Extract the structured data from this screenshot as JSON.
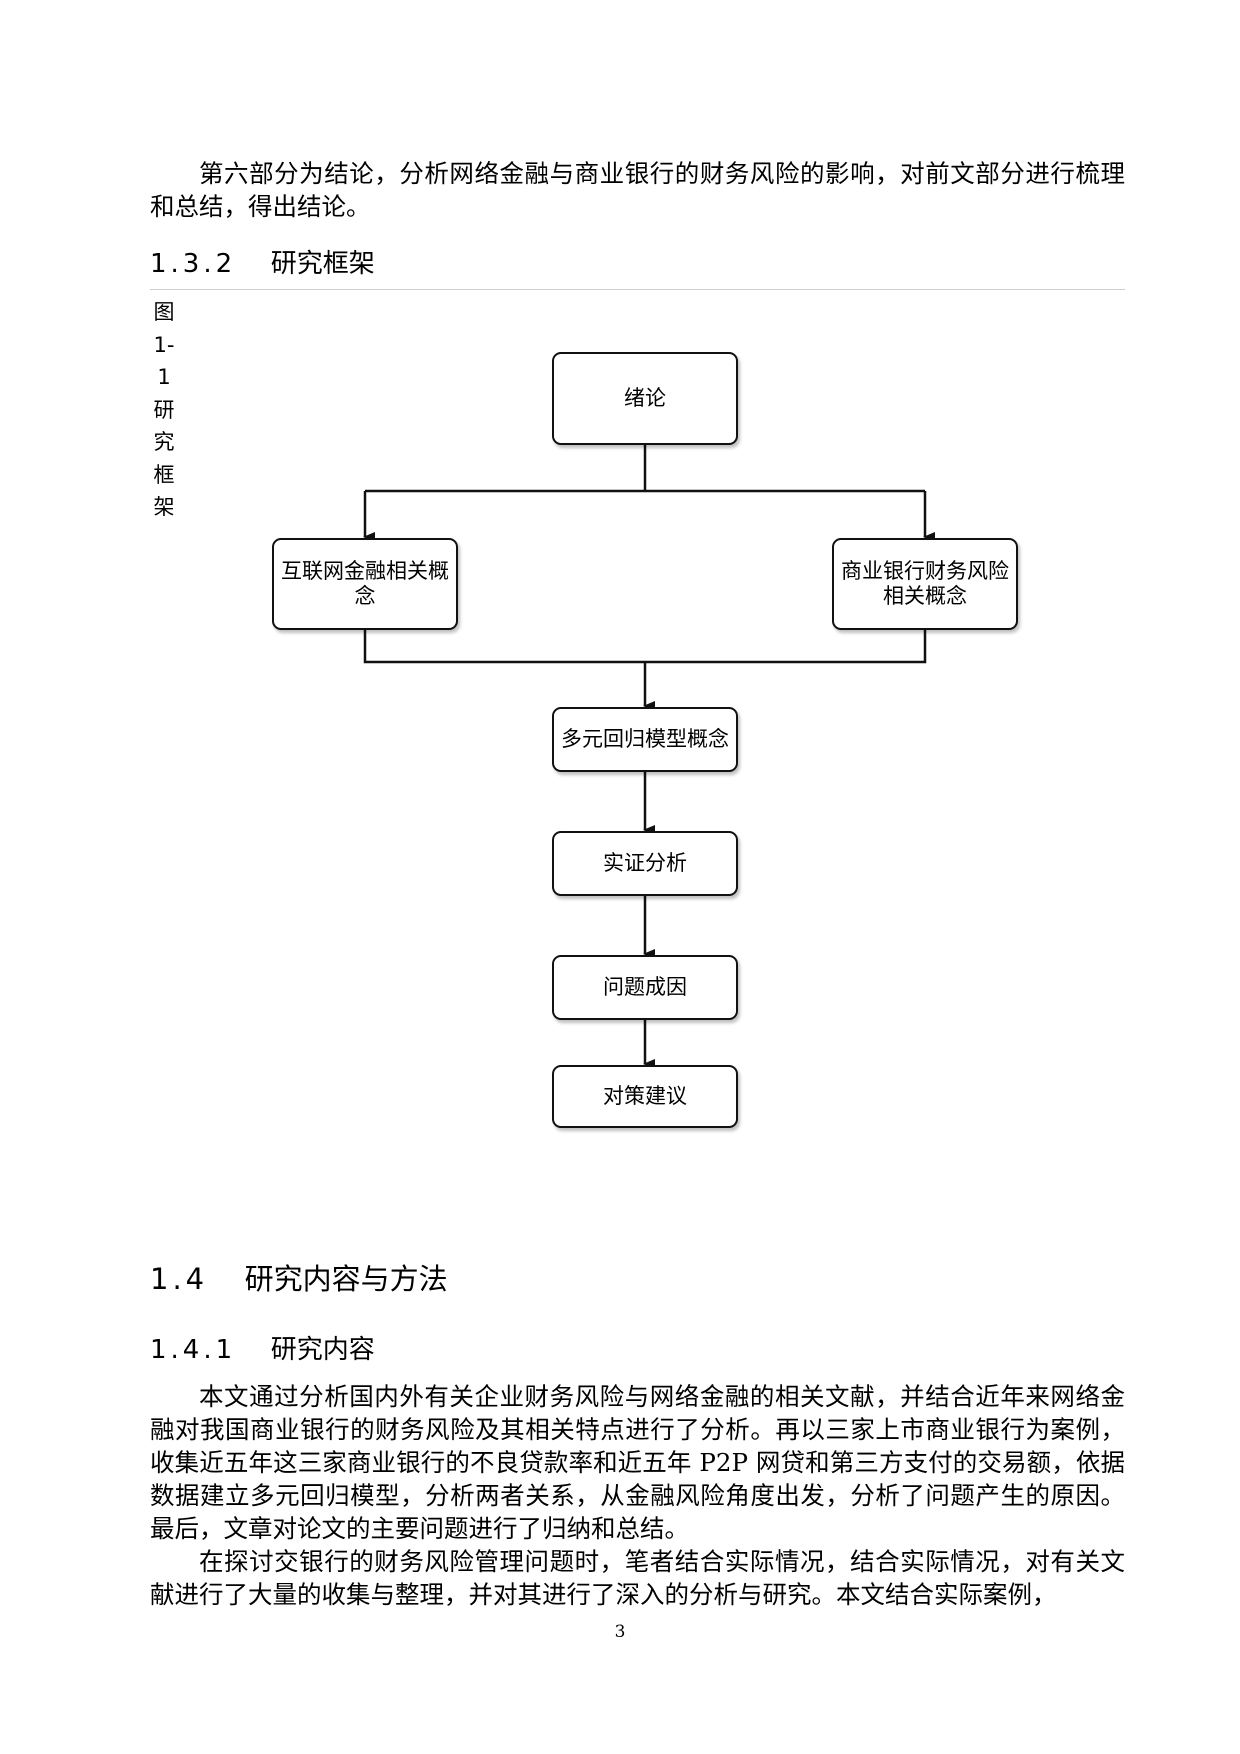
{
  "intro_paragraph": "第六部分为结论，分析网络金融与商业银行的财务风险的影响，对前文部分进行梳理和总结，得出结论。",
  "section_132": {
    "number": "1.3.2",
    "title": "研究框架"
  },
  "figure_caption": [
    "图",
    "1-",
    "1",
    "研",
    "究",
    "框",
    "架"
  ],
  "flowchart": {
    "conclusion": "绪论",
    "left_concept": "互联网金融相关概念",
    "right_concept": "商业银行财务风险相关概念",
    "regression": "多元回归模型概念",
    "analysis": "实证分析",
    "causes": "问题成因",
    "suggestions": "对策建议"
  },
  "section_14": {
    "number": "1.4",
    "title": "研究内容与方法"
  },
  "section_141": {
    "number": "1.4.1",
    "title": "研究内容"
  },
  "paragraph_1": "本文通过分析国内外有关企业财务风险与网络金融的相关文献，并结合近年来网络金融对我国商业银行的财务风险及其相关特点进行了分析。再以三家上市商业银行为案例，收集近五年这三家商业银行的不良贷款率和近五年 P2P 网贷和第三方支付的交易额，依据数据建立多元回归模型，分析两者关系，从金融风险角度出发，分析了问题产生的原因。最后，文章对论文的主要问题进行了归纳和总结。",
  "paragraph_2": "在探讨交银行的财务风险管理问题时，笔者结合实际情况，结合实际情况，对有关文献进行了大量的收集与整理，并对其进行了深入的分析与研究。本文结合实际案例，",
  "page_number": "3"
}
